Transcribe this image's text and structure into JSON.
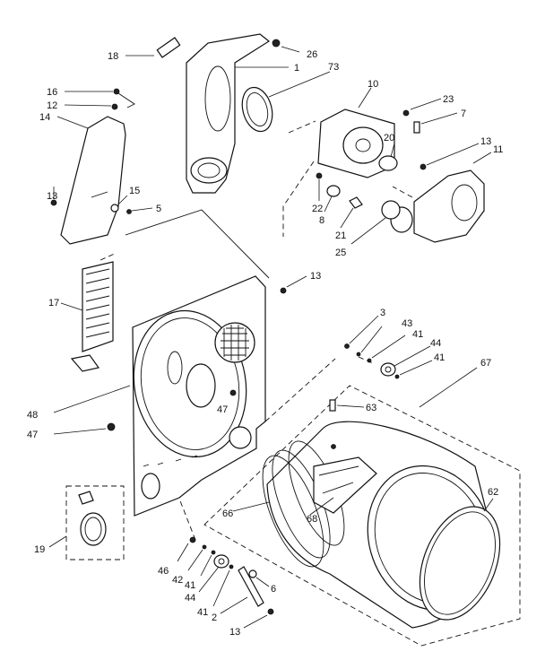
{
  "labels": {
    "l18": "18",
    "l26": "26",
    "l1": "1",
    "l73": "73",
    "l16": "16",
    "l12": "12",
    "l14": "14",
    "l10": "10",
    "l23": "23",
    "l7": "7",
    "l20": "20",
    "l13a": "13",
    "l11": "11",
    "l13b": "13",
    "l15": "15",
    "l5": "5",
    "l22": "22",
    "l8": "8",
    "l21": "21",
    "l25": "25",
    "l13c": "13",
    "l17": "17",
    "l3": "3",
    "l43": "43",
    "l41a": "41",
    "l44a": "44",
    "l41b": "41",
    "l67": "67",
    "l48": "48",
    "l47a": "47",
    "l47b": "47",
    "l63": "63",
    "l66": "66",
    "l68": "68",
    "l62": "62",
    "l19": "19",
    "l46": "46",
    "l42": "42",
    "l41c": "41",
    "l44b": "44",
    "l41d": "41",
    "l6": "6",
    "l2": "2",
    "l13d": "13"
  }
}
